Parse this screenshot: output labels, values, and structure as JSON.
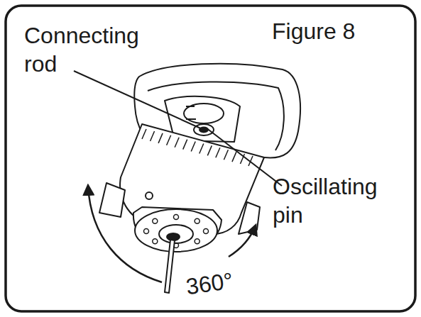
{
  "diagram": {
    "title": "Figure 8",
    "labels": [
      "Connecting rod",
      "Oscillating pin",
      "360°"
    ]
  }
}
